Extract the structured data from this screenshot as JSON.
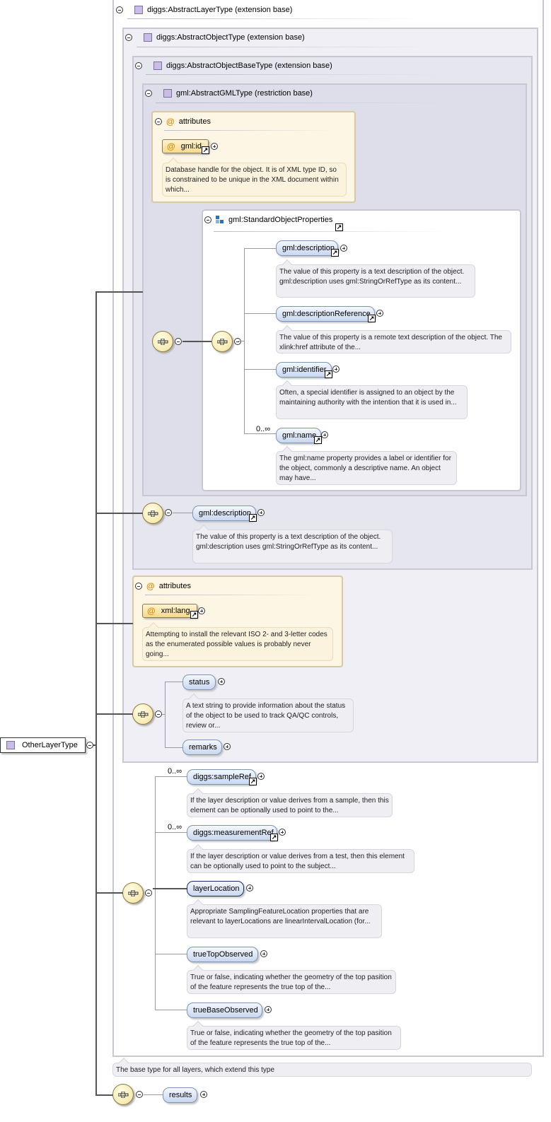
{
  "root": {
    "label": "OtherLayerType"
  },
  "types": {
    "abstract_layer": "diggs:AbstractLayerType (extension base)",
    "abstract_object": "diggs:AbstractObjectType (extension base)",
    "abstract_object_base": "diggs:AbstractObjectBaseType (extension base)",
    "abstract_gml": "gml:AbstractGMLType (restriction base)"
  },
  "gml_attributes": {
    "header": "attributes",
    "item": "gml:id",
    "doc": "Database handle for the object. It is of XML type ID, so is constrained to be unique in the XML document within which..."
  },
  "standard_props": {
    "header": "gml:StandardObjectProperties",
    "elements": [
      {
        "label": "gml:description",
        "doc": "The value of this property is a text description of the object. gml:description uses gml:StringOrRefType as its content..."
      },
      {
        "label": "gml:descriptionReference",
        "doc": "The value of this property is a remote text description of the object. The xlink:href attribute of the..."
      },
      {
        "label": "gml:identifier",
        "doc": "Often, a special identifier is assigned to an object by the maintaining authority with the intention that it is used in..."
      },
      {
        "label": "gml:name",
        "cardinality": "0..∞",
        "doc": "The gml:name property provides a label or identifier for the object, commonly a descriptive name. An object may have..."
      }
    ]
  },
  "object_base_desc": {
    "label": "gml:description",
    "doc": "The value of this property is a text description of the object. gml:description uses gml:StringOrRefType as its content..."
  },
  "xml_attributes": {
    "header": "attributes",
    "item": "xml:lang",
    "doc": "Attempting to install the relevant ISO 2- and 3-letter codes as the enumerated possible values is probably never going..."
  },
  "object_seq": {
    "status": {
      "label": "status",
      "doc": "A text string to provide information about the status of the object to be used to track QA/QC controls, review or..."
    },
    "remarks": {
      "label": "remarks"
    }
  },
  "layer_seq": [
    {
      "label": "diggs:sampleRef",
      "cardinality": "0..∞",
      "doc": "If the layer description or value derives from a sample, then this element can be optionally used to point to the..."
    },
    {
      "label": "diggs:measurementRef",
      "cardinality": "0..∞",
      "doc": "If the layer description or value derives from a test, then this element can be optionally used to point to the subject..."
    },
    {
      "label": "layerLocation",
      "doc": "Appropriate SamplingFeatureLocation properties that are relevant to layerLocations are linearIntervalLocation (for..."
    },
    {
      "label": "trueTopObserved",
      "doc": "True or false, indicating whether the geometry of the top pasition of the feature represents the true top of the..."
    },
    {
      "label": "trueBaseObserved",
      "doc": "True or false, indicating whether the geometry of the top pasition of the feature represents the true top of the..."
    }
  ],
  "layer_type_doc": "The base type for all layers, which extend this type",
  "results": {
    "label": "results"
  },
  "icons": {
    "type": "purple-square-icon",
    "collapse": "minus-circle-icon",
    "expand": "plus-circle-icon",
    "sequence": "sequence-compositor-icon",
    "reference": "reference-arrow-icon",
    "attribute": "at-sign-icon",
    "group": "group-squares-icon"
  },
  "colors": {
    "element_fill": "#c9d7ee",
    "attribute_fill": "#f5d98e",
    "type_fill": "#c9bde6",
    "compositor_fill": "#f4e39a"
  }
}
